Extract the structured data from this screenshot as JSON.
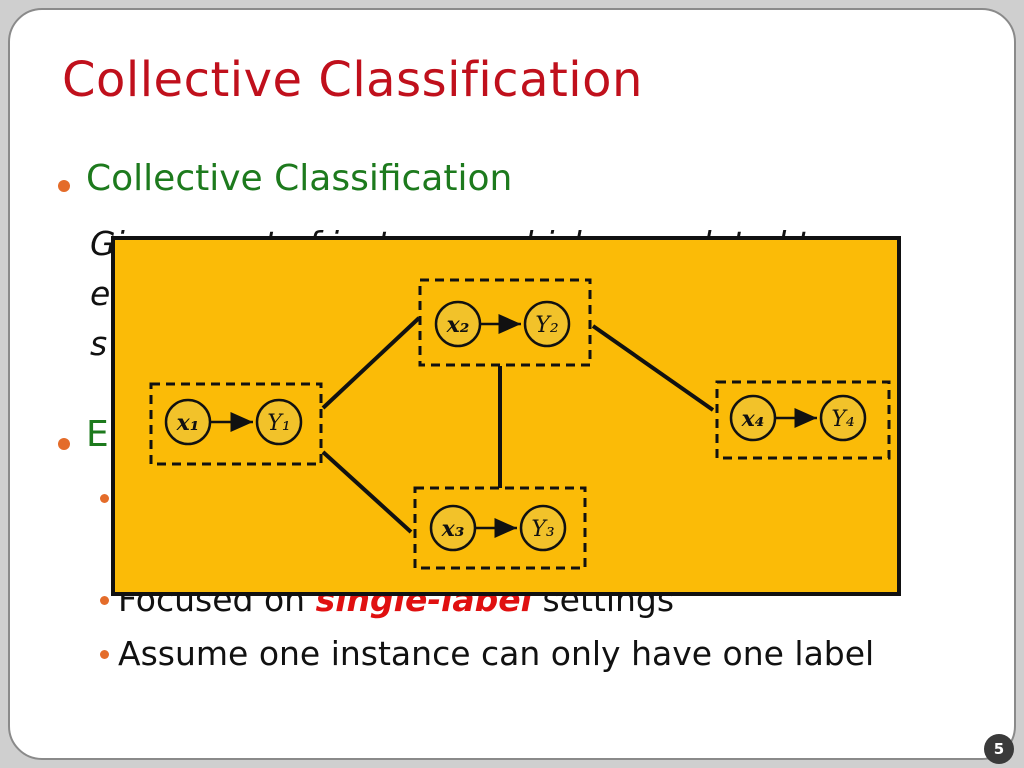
{
  "slide": {
    "title": "Collective Classification",
    "page_number": "5"
  },
  "section1": {
    "heading": "Collective Classification",
    "lines": [
      "Given a set of instances which are related to",
      "e",
      "s"
    ]
  },
  "section2": {
    "heading_partial": "E",
    "items": [
      {
        "text_before": "Focused on ",
        "emph": "single-label",
        "text_after": " settings"
      },
      {
        "text": "Assume one instance can only have one label"
      }
    ]
  },
  "diagram": {
    "nodes": [
      {
        "x": "x₁",
        "y": "Y₁"
      },
      {
        "x": "x₂",
        "y": "Y₂"
      },
      {
        "x": "x₃",
        "y": "Y₃"
      },
      {
        "x": "x₄",
        "y": "Y₄"
      }
    ],
    "colors": {
      "background": "#fbbb07",
      "node_fill": "#f2c22a",
      "stroke": "#111111"
    }
  }
}
